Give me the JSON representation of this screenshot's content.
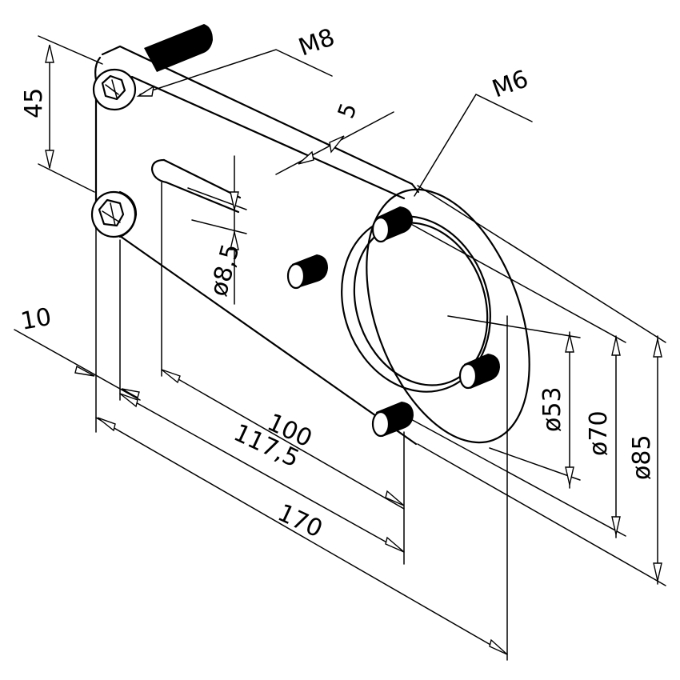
{
  "drawing": {
    "dimensions": {
      "bolt_thread": "M8",
      "stud_thread": "M6",
      "plate_thickness": "5",
      "bolt_spacing": "45",
      "slot_width": "ø8,5",
      "edge_offset": "10",
      "slot_length": "100",
      "pivot_distance": "117,5",
      "overall_length": "170",
      "bore_diameter": "ø53",
      "bolt_circle": "ø70",
      "flange_diameter": "ø85"
    },
    "colors": {
      "line": "#000000",
      "background": "#ffffff"
    },
    "icons": [
      "hex-socket-bolt-icon",
      "threaded-stud-icon"
    ]
  }
}
